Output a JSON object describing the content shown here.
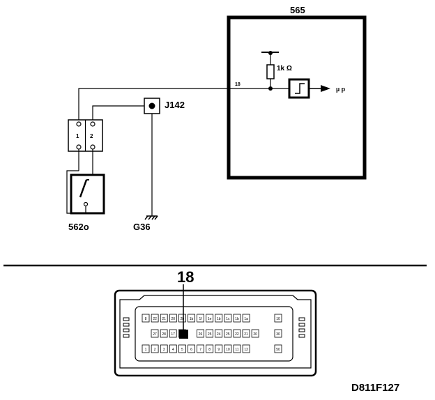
{
  "control_unit": {
    "label": "565"
  },
  "resistor": {
    "label": "1k  Ω"
  },
  "output": {
    "label": "µ p"
  },
  "wire_pin": {
    "label": "18"
  },
  "splice": {
    "label": "J142"
  },
  "connector": {
    "pin1": "1",
    "pin2": "2"
  },
  "switch_component": {
    "label": "562o"
  },
  "ground": {
    "label": "G36"
  },
  "ecu_connector": {
    "callout": "18",
    "row1": [
      "8",
      "22",
      "21",
      "20",
      "2b",
      "1b",
      "1f",
      "1e",
      "1b",
      "1c",
      "1b",
      "1a",
      "",
      "10"
    ],
    "row2": [
      "27",
      "28",
      "17",
      "18",
      "",
      "26",
      "25",
      "24",
      "25",
      "22",
      "21",
      "20",
      "30"
    ],
    "row3": [
      "1",
      "2",
      "3",
      "4",
      "5",
      "6",
      "7",
      "8",
      "9",
      "10",
      "11",
      "12",
      "",
      "50"
    ]
  },
  "figure_id": "D811F127"
}
